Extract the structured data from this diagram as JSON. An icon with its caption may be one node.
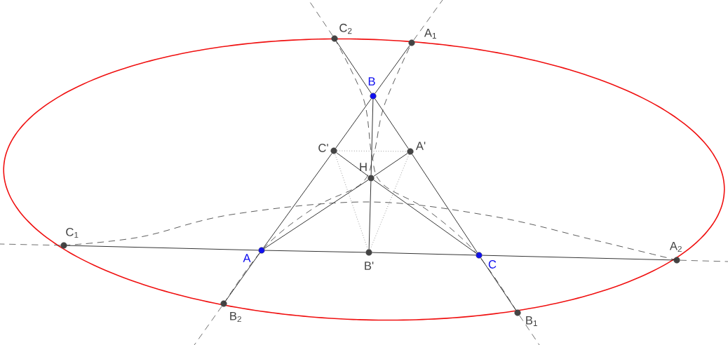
{
  "diagram": {
    "nodes": [
      {
        "text": [],
        "shape": "circle",
        "beside": [
          "C$_{2}$"
        ]
      },
      {
        "text": [],
        "shape": "circle",
        "beside": [
          "A$_{1}$"
        ]
      },
      {
        "text": [],
        "shape": "circle",
        "beside": [
          "B"
        ]
      },
      {
        "text": [],
        "shape": "circle",
        "beside": [
          "C'"
        ]
      },
      {
        "text": [],
        "shape": "circle",
        "beside": [
          "A'"
        ]
      },
      {
        "text": [],
        "shape": "circle",
        "beside": [
          "H"
        ]
      },
      {
        "text": [],
        "shape": "circle",
        "beside": [
          "C$_{1}$"
        ]
      },
      {
        "text": [],
        "shape": "circle",
        "beside": [
          "A"
        ]
      },
      {
        "text": [],
        "shape": "circle",
        "beside": [
          "B'"
        ]
      },
      {
        "text": [],
        "shape": "circle",
        "beside": [
          "C"
        ]
      },
      {
        "text": [],
        "shape": "circle",
        "beside": [
          "A$_{2}$"
        ]
      },
      {
        "text": [],
        "shape": "circle",
        "beside": [
          "B$_{2}$"
        ]
      },
      {
        "text": [],
        "shape": "circle",
        "beside": [
          "B$_{1}$"
        ]
      }
    ],
    "edges": [
      {
        "from": 11,
        "to": 7,
        "arrow": "none"
      },
      {
        "from": 7,
        "to": 3,
        "arrow": "none"
      },
      {
        "from": 3,
        "to": 2,
        "arrow": "none"
      },
      {
        "from": 2,
        "to": 1,
        "arrow": "none"
      },
      {
        "from": 0,
        "to": 2,
        "arrow": "none"
      },
      {
        "from": 2,
        "to": 4,
        "arrow": "none"
      },
      {
        "from": 4,
        "to": 9,
        "arrow": "none"
      },
      {
        "from": 9,
        "to": 12,
        "arrow": "none"
      },
      {
        "from": 6,
        "to": 7,
        "arrow": "none"
      },
      {
        "from": 7,
        "to": 8,
        "arrow": "none"
      },
      {
        "from": 8,
        "to": 9,
        "arrow": "none"
      },
      {
        "from": 9,
        "to": 10,
        "arrow": "none"
      },
      {
        "from": 7,
        "to": 5,
        "arrow": "none"
      },
      {
        "from": 5,
        "to": 4,
        "arrow": "none"
      },
      {
        "from": 2,
        "to": 5,
        "arrow": "none"
      },
      {
        "from": 5,
        "to": 8,
        "arrow": "none"
      },
      {
        "from": 9,
        "to": 5,
        "arrow": "none"
      },
      {
        "from": 5,
        "to": 3,
        "arrow": "none"
      },
      {
        "from": 3,
        "to": 4,
        "arrow": "none",
        "style": "dashed",
        "color": "#666666"
      },
      {
        "from": 4,
        "to": 8,
        "arrow": "none",
        "style": "dashed",
        "color": "#666666"
      },
      {
        "from": 8,
        "to": 3,
        "arrow": "none",
        "style": "dashed",
        "color": "#666666"
      },
      {
        "from": 6,
        "to": 10,
        "arrow": "none",
        "style": "dashed"
      },
      {
        "from": 11,
        "to": 1,
        "arrow": "none",
        "style": "dashed"
      },
      {
        "from": 0,
        "to": 12,
        "arrow": "none",
        "style": "dashed"
      },
      {
        "from": 1,
        "to": null,
        "arrow": "none",
        "style": "dashed"
      },
      {
        "from": 11,
        "to": null,
        "arrow": "none",
        "style": "dashed"
      },
      {
        "from": 0,
        "to": null,
        "arrow": "none",
        "style": "dashed"
      },
      {
        "from": 12,
        "to": null,
        "arrow": "none",
        "style": "dashed"
      },
      {
        "from": 6,
        "to": null,
        "arrow": "none",
        "style": "dashed"
      },
      {
        "from": 10,
        "to": null,
        "arrow": "none",
        "style": "dashed"
      }
    ]
  }
}
